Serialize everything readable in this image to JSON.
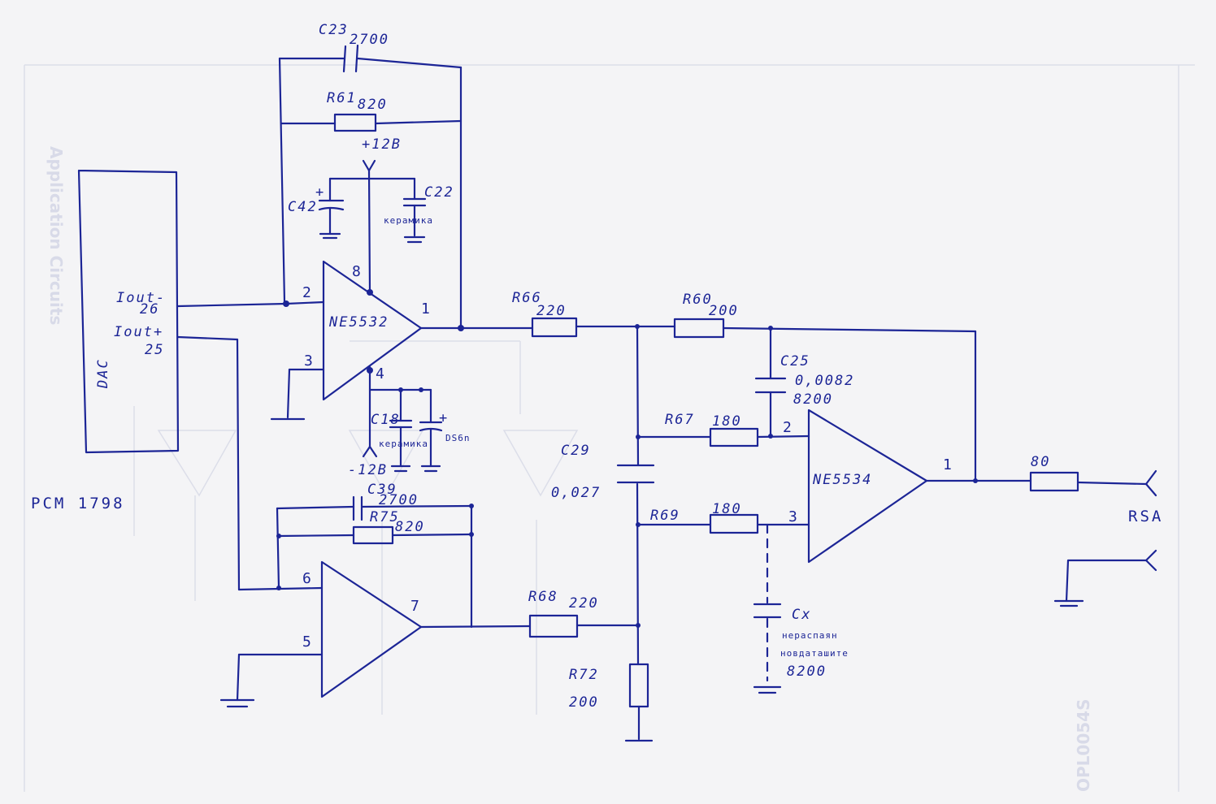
{
  "dac": {
    "block_label": "DAC",
    "part": "PCM 1798",
    "pin_minus_name": "Iout-",
    "pin_minus_num": "26",
    "pin_plus_name": "Iout+",
    "pin_plus_num": "25"
  },
  "opamp1": {
    "name": "NE5532",
    "pin_inv": "2",
    "pin_noninv": "3",
    "pin_out": "1",
    "pin_vplus": "8",
    "pin_vminus": "4",
    "pin_inv2": "6",
    "pin_noninv2": "5",
    "pin_out2": "7"
  },
  "opamp2": {
    "name": "NE5534",
    "pin_inv": "2",
    "pin_noninv": "3",
    "pin_out": "1"
  },
  "supply": {
    "positive": "+12B",
    "negative": "-12B"
  },
  "components": {
    "c23": {
      "ref": "C23",
      "value": "2700"
    },
    "r61": {
      "ref": "R61",
      "value": "820"
    },
    "c42": {
      "ref": "C42"
    },
    "c22": {
      "ref": "C22",
      "note": "керамика"
    },
    "c18": {
      "ref": "C18",
      "note": "керамика"
    },
    "c_ds": {
      "ref": "DS6n"
    },
    "c39": {
      "ref": "C39",
      "value": "2700"
    },
    "r75": {
      "ref": "R75",
      "value": "820"
    },
    "r66": {
      "ref": "R66",
      "value": "220"
    },
    "r68": {
      "ref": "R68",
      "value": "220"
    },
    "r60": {
      "ref": "R60",
      "value": "200"
    },
    "c25": {
      "ref": "C25",
      "value": "0,0082",
      "value2": "8200"
    },
    "r67": {
      "ref": "R67",
      "value": "180"
    },
    "r69": {
      "ref": "R69",
      "value": "180"
    },
    "c29": {
      "ref": "C29",
      "value": "0,027"
    },
    "r72": {
      "ref": "R72",
      "value": "200"
    },
    "cx": {
      "ref": "Cx",
      "note1": "нераспаян",
      "note2": "новдаташите",
      "value": "8200"
    },
    "rout": {
      "value": "80"
    }
  },
  "output": {
    "label": "RSA"
  },
  "ghost_text": {
    "title": "Application Circuits",
    "code": "OPL0054S"
  }
}
